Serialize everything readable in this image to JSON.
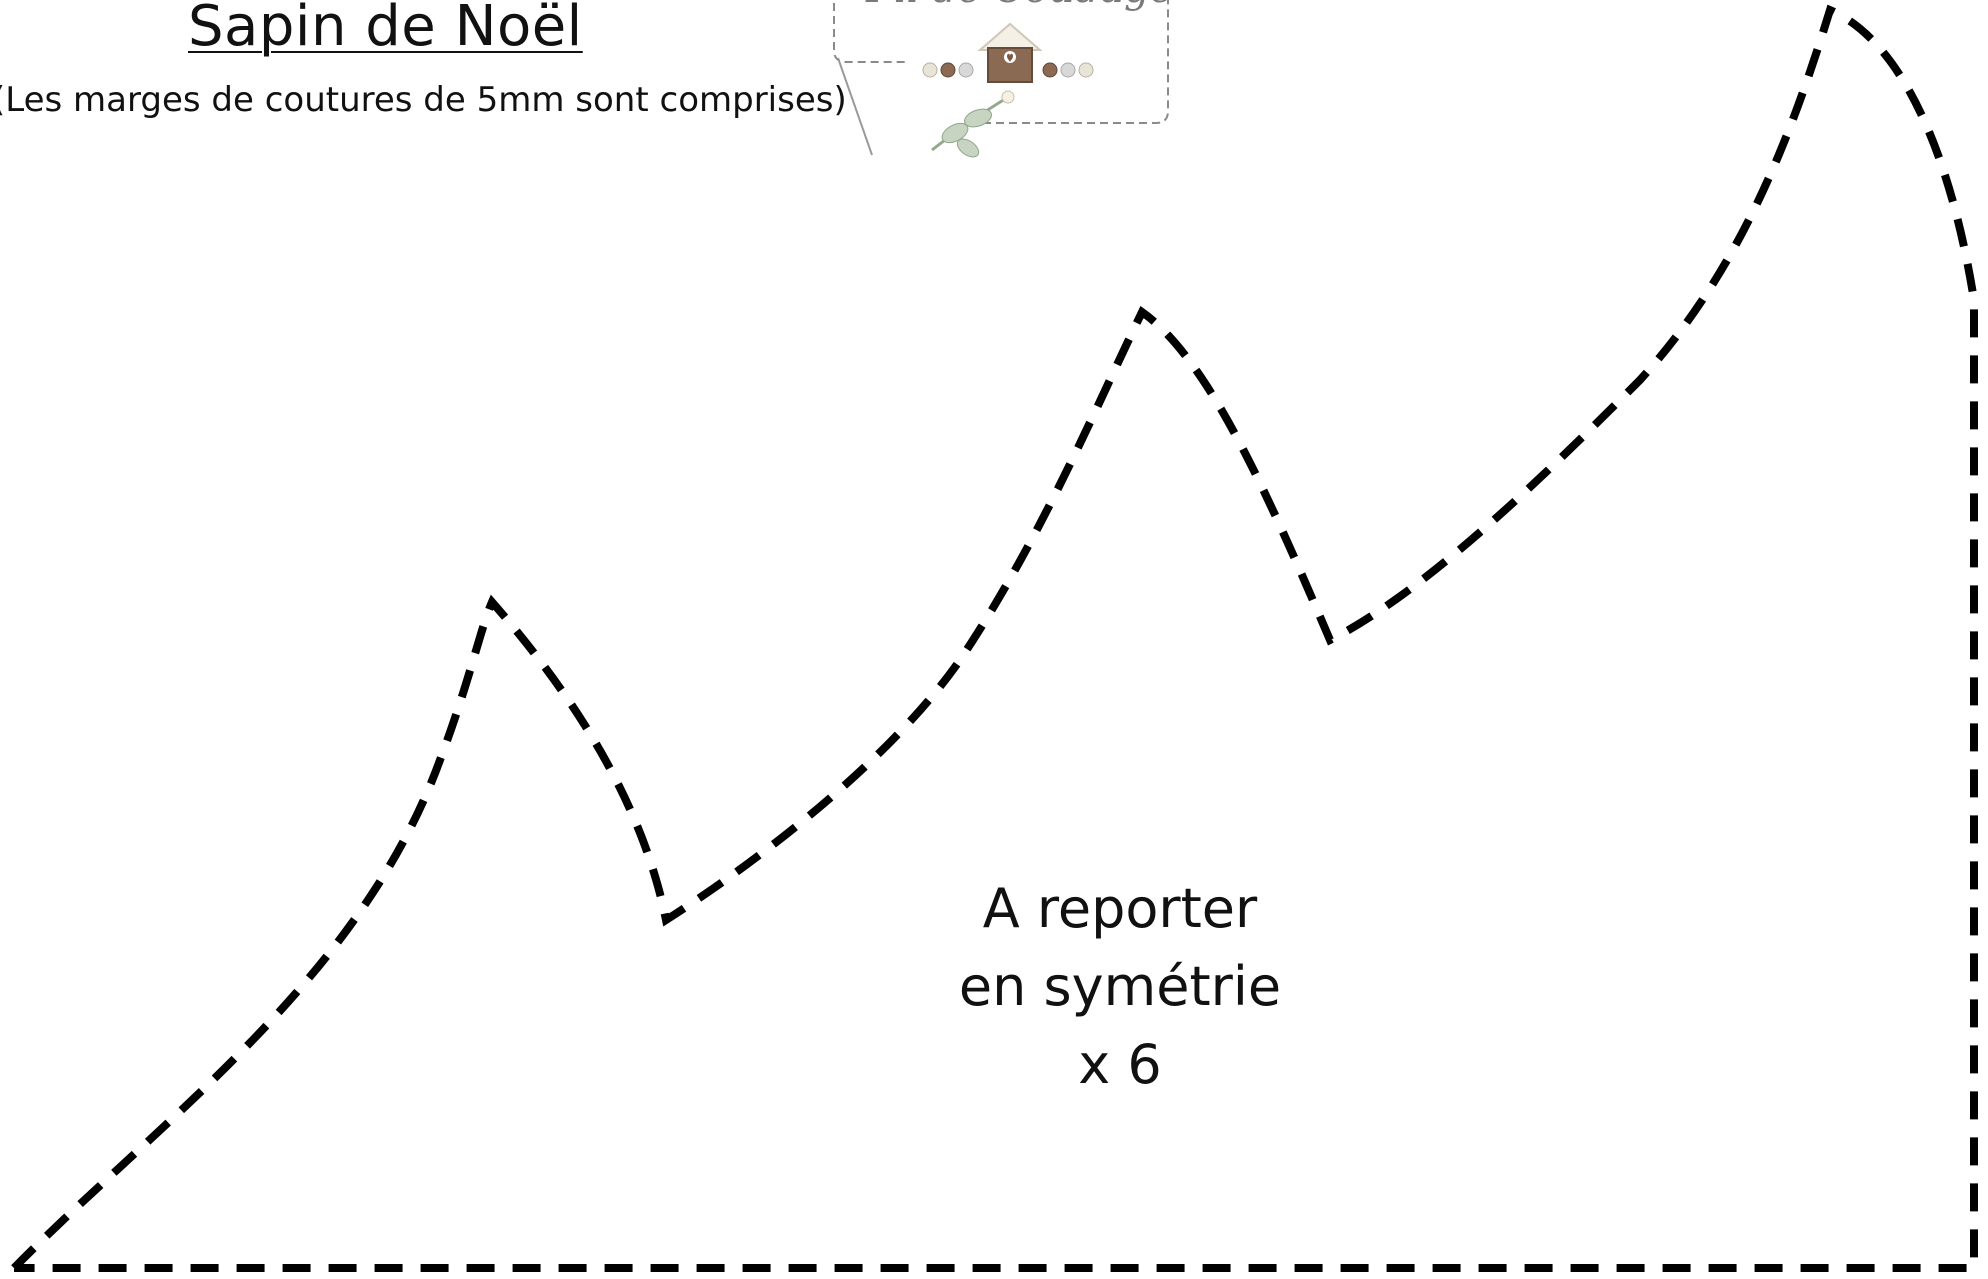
{
  "header": {
    "title": "Sapin de Noël",
    "subtitle": "(Les marges de coutures de 5mm sont comprises)"
  },
  "logo": {
    "icon": "birdhouse-icon",
    "text": "Fil de Coudage"
  },
  "pattern": {
    "line_color": "#000000",
    "note_line1": "A reporter",
    "note_line2": "en symétrie",
    "note_line3": "x 6"
  }
}
